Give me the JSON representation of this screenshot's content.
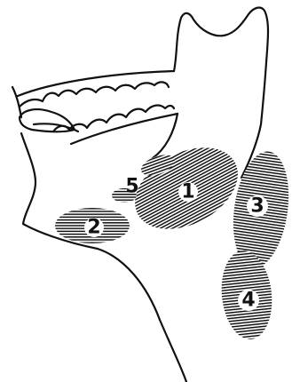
{
  "regions": [
    {
      "id": "1",
      "label": "1"
    },
    {
      "id": "2",
      "label": "2"
    },
    {
      "id": "3",
      "label": "3"
    },
    {
      "id": "4",
      "label": "4"
    },
    {
      "id": "5",
      "label": "5"
    }
  ],
  "colors": {
    "ink": "#111111",
    "background": "#ffffff"
  }
}
